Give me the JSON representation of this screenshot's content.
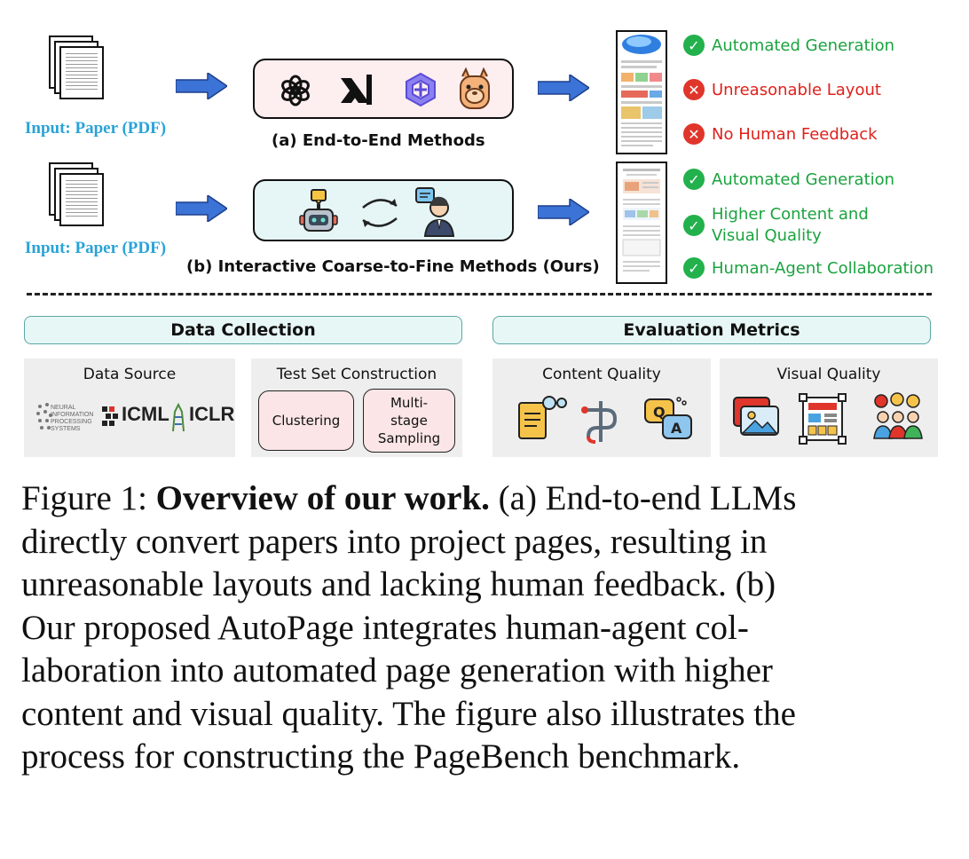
{
  "row_a": {
    "input_label": "Input: Paper (PDF)",
    "caption": "(a) End-to-End Methods",
    "model_icons": [
      "openai-logo-icon",
      "xai-logo-icon",
      "qwen-logo-icon",
      "llama-logo-icon"
    ],
    "features": [
      {
        "status": "ok",
        "text": "Automated Generation"
      },
      {
        "status": "no",
        "text": "Unreasonable Layout"
      },
      {
        "status": "no",
        "text": "No Human Feedback"
      }
    ]
  },
  "row_b": {
    "input_label": "Input: Paper (PDF)",
    "caption": "(b) Interactive Coarse-to-Fine Methods (Ours)",
    "icons": [
      "robot-icon",
      "cycle-arrows-icon",
      "human-reviewer-icon"
    ],
    "features": [
      {
        "status": "ok",
        "text": "Automated Generation"
      },
      {
        "status": "ok",
        "text": "Higher Content and",
        "text2": "Visual Quality"
      },
      {
        "status": "ok",
        "text": "Human-Agent Collaboration"
      }
    ]
  },
  "data_collection": {
    "header": "Data Collection",
    "data_source": {
      "title": "Data Source",
      "logos": [
        "NEURAL INFORMATION PROCESSING SYSTEMS",
        "ICML",
        "ICLR"
      ]
    },
    "test_set": {
      "title": "Test Set Construction",
      "steps": [
        "Clustering",
        "Multi-stage Sampling"
      ],
      "step2_lines": [
        "Multi-",
        "stage",
        "Sampling"
      ]
    }
  },
  "evaluation": {
    "header": "Evaluation Metrics",
    "content_quality": {
      "title": "Content Quality",
      "icons": [
        "document-review-icon",
        "path-icon",
        "qa-chat-icon"
      ]
    },
    "visual_quality": {
      "title": "Visual Quality",
      "icons": [
        "image-gallery-icon",
        "layout-grid-icon",
        "audience-feedback-icon"
      ]
    }
  },
  "caption": {
    "label": "Figure 1: ",
    "bold": "Overview of our work.",
    "lines": [
      " (a) End-to-end LLMs",
      "directly convert papers into project pages, resulting in",
      "unreasonable layouts and lacking human feedback. (b)",
      "Our proposed AutoPage integrates human-agent col-",
      "laboration into automated page generation with higher",
      "content and visual quality. The figure also illustrates the",
      "process for constructing the PageBench benchmark."
    ]
  },
  "colors": {
    "input_label": "#2aa3d8",
    "arrow": "#3b73d6",
    "ok": "#22b14c",
    "no": "#e0352b",
    "box_a_fill": "#fdeef0",
    "box_b_fill": "#e6f6f6",
    "section_header_fill": "#e7f7f5",
    "pill_fill": "#fbe5e6"
  }
}
